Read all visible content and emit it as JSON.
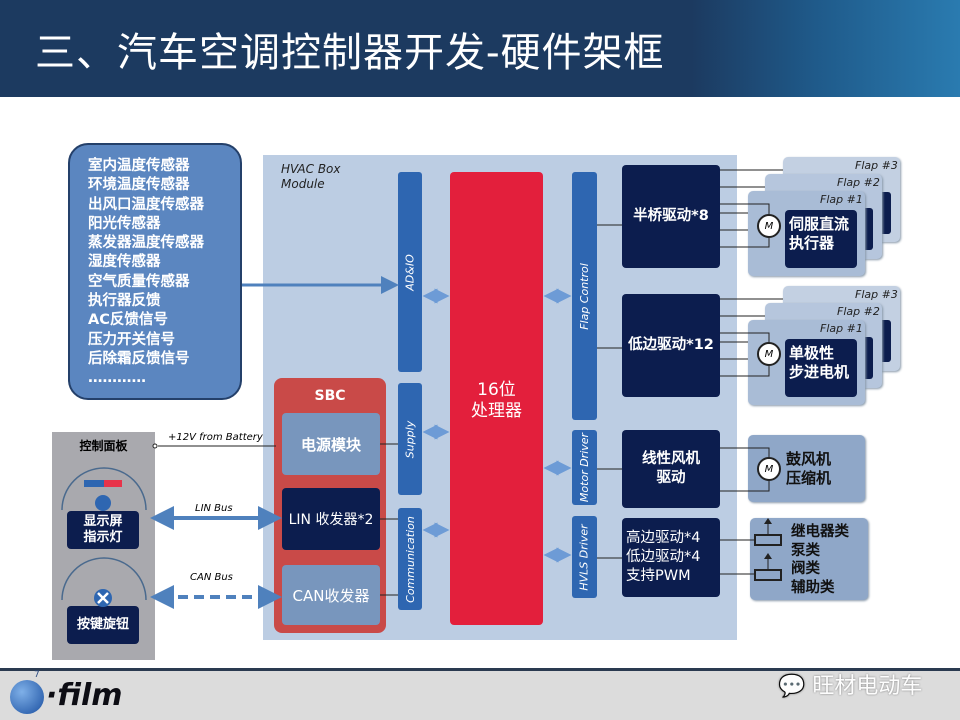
{
  "title": "三、汽车空调控制器开发-硬件架框",
  "sensors": [
    "室内温度传感器",
    "环境温度传感器",
    "出风口温度传感器",
    "阳光传感器",
    "蒸发器温度传感器",
    "湿度传感器",
    "空气质量传感器",
    "执行器反馈",
    "AC反馈信号",
    "压力开关信号",
    "后除霜反馈信号",
    "…………"
  ],
  "hvac": {
    "label_line1": "HVAC Box",
    "label_line2": "Module"
  },
  "bars": {
    "adio": "AD&IO",
    "supply": "Supply",
    "communication": "Communication",
    "flap_control": "Flap Control",
    "motor_driver": "Motor Driver",
    "hvls_driver": "HVLS Driver"
  },
  "cpu": {
    "line1": "16位",
    "line2": "处理器"
  },
  "sbc": {
    "label": "SBC",
    "power": "电源模块",
    "lin": "LIN 收发器*2",
    "can": "CAN收发器"
  },
  "drivers": {
    "half_bridge": "半桥驱动*8",
    "low_side": "低边驱动*12",
    "fan_line1": "线性风机",
    "fan_line2": "驱动",
    "hs_line1": "高边驱动*4",
    "hs_line2": "低边驱动*4",
    "hs_line3": "支持PWM"
  },
  "flaps": {
    "f1": "Flap #1",
    "f2": "Flap #2",
    "f3": "Flap #3",
    "motor": "M"
  },
  "loads": {
    "servo_line1": "伺服直流",
    "servo_line2": "执行器",
    "stepper_line1": "单极性",
    "stepper_line2": "步进电机",
    "blower_line1": "鼓风机",
    "blower_line2": "压缩机",
    "relay": [
      "继电器类",
      "泵类",
      "阀类",
      "辅助类"
    ]
  },
  "panel": {
    "title": "控制面板",
    "display_line1": "显示屏",
    "display_line2": "指示灯",
    "knob": "按键旋钮"
  },
  "links": {
    "battery": "+12V from Battery",
    "lin_bus": "LIN Bus",
    "can_bus": "CAN Bus"
  },
  "footer": {
    "logo": "film",
    "watermark": "旺材电动车",
    "page": "7"
  },
  "colors": {
    "header": "#1c3a60",
    "cpu": "#e31f3c",
    "bar": "#2e66b1",
    "navy": "#0c1d4e"
  }
}
